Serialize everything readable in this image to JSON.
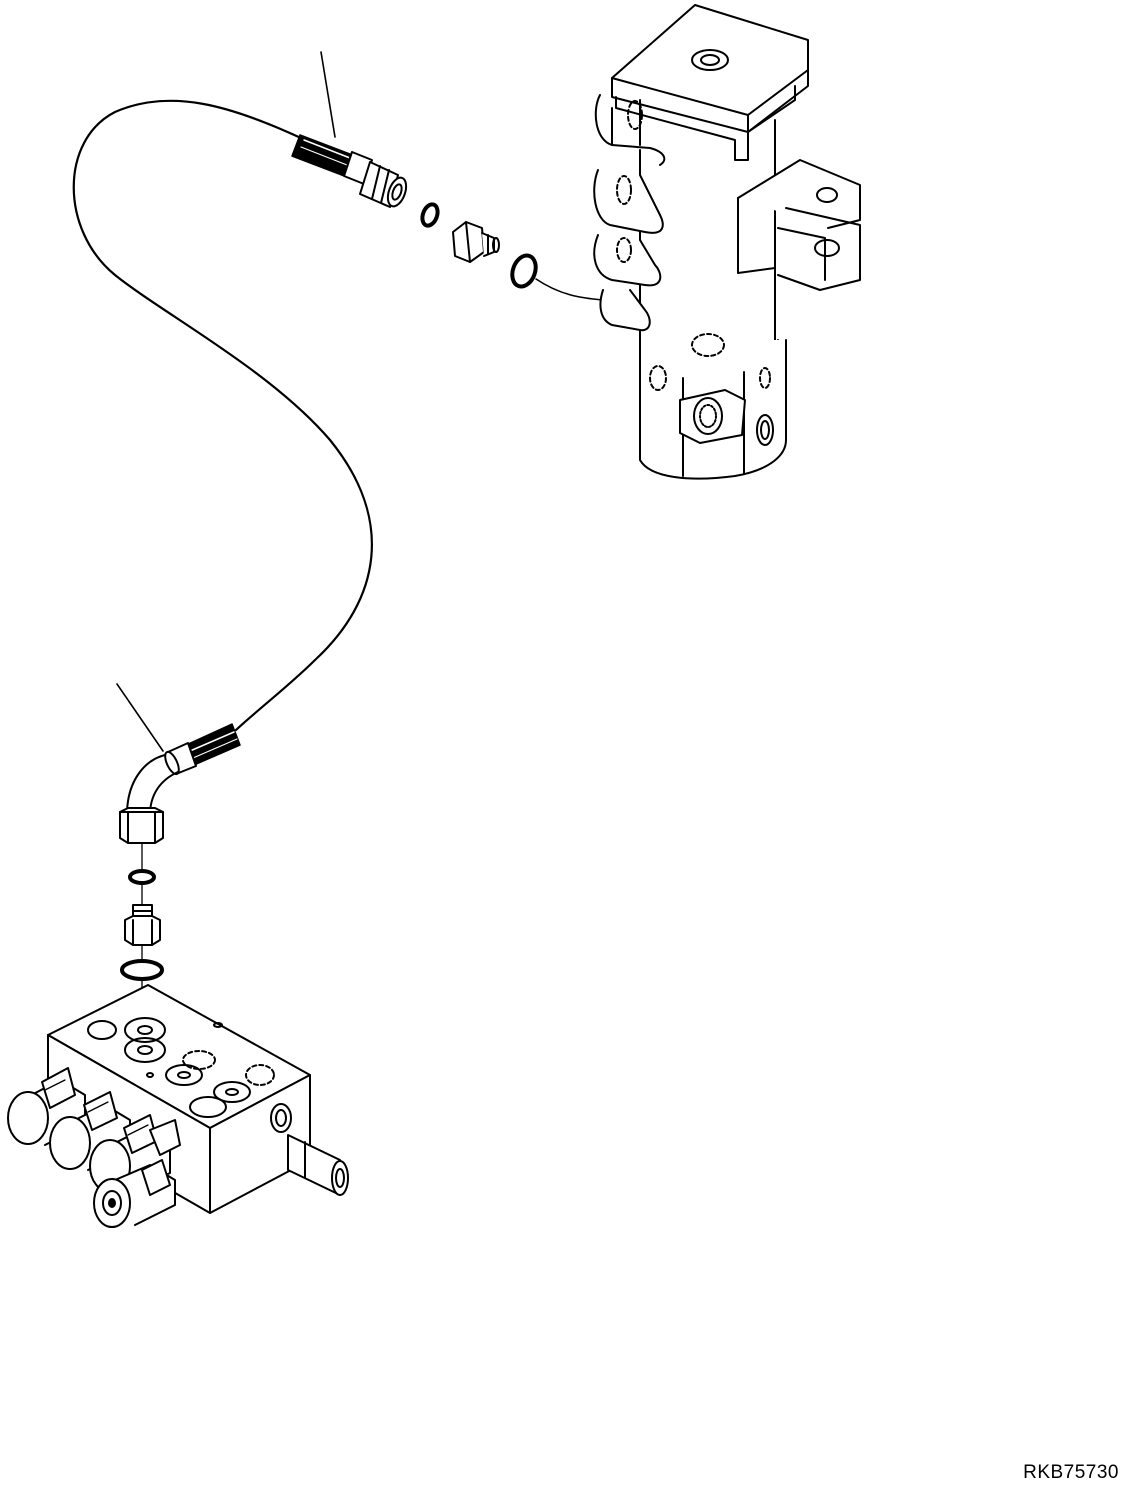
{
  "drawing": {
    "reference_code": "RKB75730",
    "line_color": "#000000",
    "background_color": "#ffffff"
  },
  "parts": [
    {
      "name": "hose-assembly"
    },
    {
      "name": "upper-hose-fitting"
    },
    {
      "name": "upper-o-ring-small"
    },
    {
      "name": "upper-adapter"
    },
    {
      "name": "upper-o-ring-large"
    },
    {
      "name": "brake-valve"
    },
    {
      "name": "elbow-hose-fitting"
    },
    {
      "name": "lower-o-ring-small"
    },
    {
      "name": "lower-adapter"
    },
    {
      "name": "lower-o-ring-large"
    },
    {
      "name": "solenoid-valve-block"
    }
  ]
}
